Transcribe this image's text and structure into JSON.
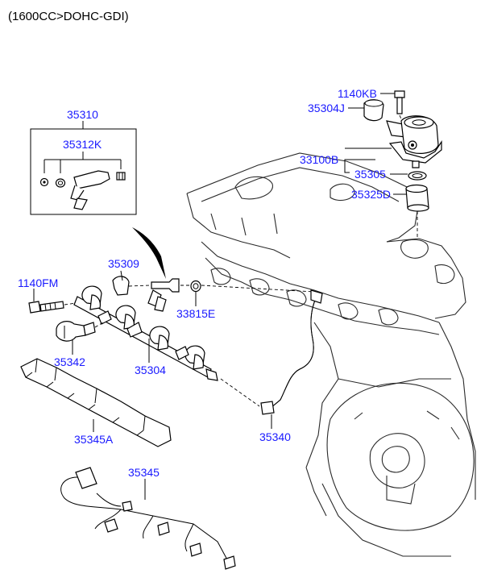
{
  "header": {
    "title": "(1600CC>DOHC-GDI)"
  },
  "part_numbers": {
    "p35310": "35310",
    "p35312K": "35312K",
    "p35309": "35309",
    "p1140FM": "1140FM",
    "p33815E": "33815E",
    "p35342": "35342",
    "p35304": "35304",
    "p35345A": "35345A",
    "p35345": "35345",
    "p35340": "35340",
    "p1140KB": "1140KB",
    "p35304J": "35304J",
    "p33100B": "33100B",
    "p35305": "35305",
    "p35325D": "35325D"
  },
  "colors": {
    "label": "#1a1aff",
    "line": "#000000",
    "background": "#ffffff"
  }
}
